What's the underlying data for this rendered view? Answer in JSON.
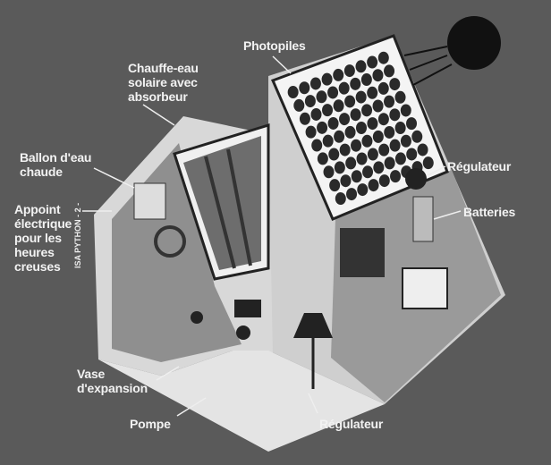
{
  "labels": {
    "photopiles": "Photopiles",
    "chauffe_eau": [
      "Chauffe-eau",
      "solaire avec",
      "absorbeur"
    ],
    "ballon": [
      "Ballon d'eau",
      "chaude"
    ],
    "appoint": [
      "Appoint",
      "électrique",
      "pour les",
      "heures",
      "creuses"
    ],
    "regulateur_top": "Régulateur",
    "batteries": "Batteries",
    "vase": [
      "Vase",
      "d'expansion"
    ],
    "pompe": "Pompe",
    "regulateur_bottom": "Régulateur"
  },
  "credit": "ISA PYTHON - 2 -"
}
